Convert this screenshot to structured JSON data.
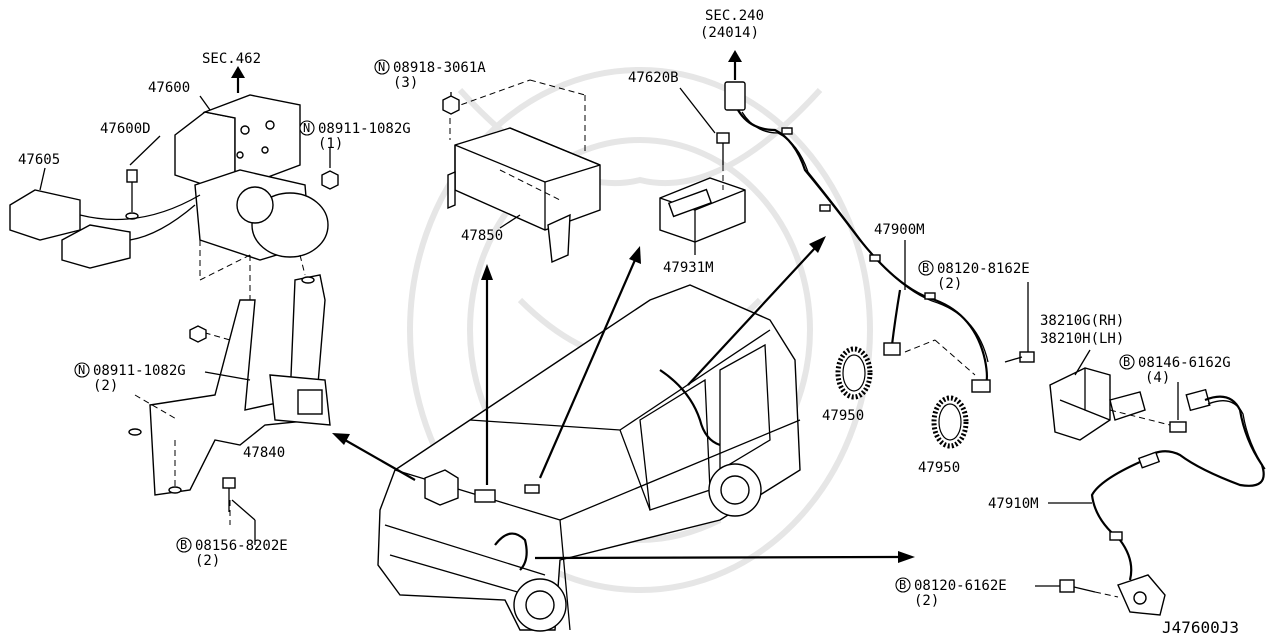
{
  "diagram_id": "J47600J3",
  "labels": {
    "sec462": "SEC.462",
    "sec240": "SEC.240",
    "sec240_ref": "(24014)",
    "p47600": "47600",
    "p47600D": "47600D",
    "p47605": "47605",
    "bolt_top_left": "08911-1082G",
    "bolt_top_left_qty": "(1)",
    "nut_center": "08918-3061A",
    "nut_center_qty": "(3)",
    "p47620B": "47620B",
    "p47850": "47850",
    "p47931M": "47931M",
    "p47900M": "47900M",
    "bolt_8162": "08120-8162E",
    "bolt_8162_qty": "(2)",
    "p38210G": "38210G(RH)",
    "p38210H": "38210H(LH)",
    "bolt_6162G": "08146-6162G",
    "bolt_6162G_qty": "(4)",
    "p47950a": "47950",
    "p47950b": "47950",
    "p47910M": "47910M",
    "bolt_6162E": "08120-6162E",
    "bolt_6162E_qty": "(2)",
    "bolt_left": "08911-1082G",
    "bolt_left_qty": "(2)",
    "p47840": "47840",
    "bolt_8202": "08156-8202E",
    "bolt_8202_qty": "(2)"
  },
  "prefix": {
    "n": "N",
    "b": "B"
  }
}
